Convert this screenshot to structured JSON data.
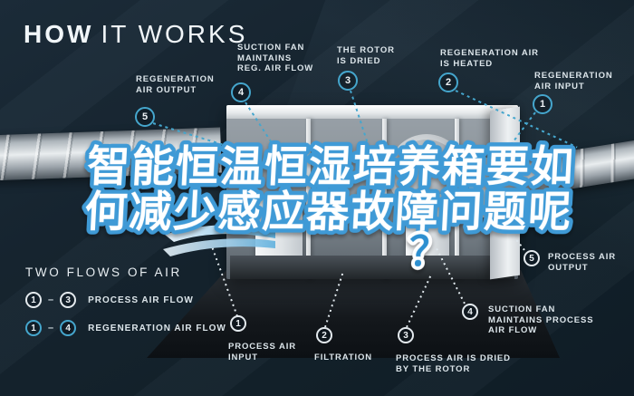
{
  "title": {
    "bold": "HOW",
    "rest": "IT WORKS"
  },
  "headline": {
    "line1": "智能恒温恒湿培养箱要如",
    "line2": "何减少感应器故障问题呢",
    "line3": "？"
  },
  "callouts_top": [
    {
      "num": "5",
      "lines": [
        "REGENERATION",
        "AIR OUTPUT"
      ]
    },
    {
      "num": "4",
      "lines": [
        "SUCTION FAN",
        "MAINTAINS",
        "REG. AIR FLOW"
      ]
    },
    {
      "num": "3",
      "lines": [
        "THE ROTOR",
        "IS DRIED"
      ]
    },
    {
      "num": "2",
      "lines": [
        "REGENERATION AIR",
        "IS HEATED"
      ]
    },
    {
      "num": "1",
      "lines": [
        "REGENERATION",
        "AIR INPUT"
      ]
    }
  ],
  "callouts_bottom": [
    {
      "num": "1",
      "lines": [
        "PROCESS AIR",
        "INPUT"
      ]
    },
    {
      "num": "2",
      "lines": [
        "FILTRATION"
      ]
    },
    {
      "num": "3",
      "lines": [
        "PROCESS AIR IS DRIED",
        "BY THE ROTOR"
      ]
    },
    {
      "num": "4",
      "lines": [
        "SUCTION FAN",
        "MAINTAINS PROCESS",
        "AIR FLOW"
      ]
    },
    {
      "num": "5",
      "lines": [
        "PROCESS AIR",
        "OUTPUT"
      ]
    }
  ],
  "legend": {
    "title": "TWO FLOWS OF AIR",
    "separator": "–",
    "rows": [
      {
        "from": "1",
        "to": "3",
        "label": "PROCESS AIR FLOW",
        "flow": "process"
      },
      {
        "from": "1",
        "to": "4",
        "label": "REGENERATION AIR FLOW",
        "flow": "regeneration"
      }
    ]
  },
  "colors": {
    "background": "#16242F",
    "accent_blue": "#45A6CD",
    "headline_stroke": "#3F9AD6",
    "question_fill": "#2D8FD0",
    "label_text": "#DCE5EA",
    "white_badge": "#E4EAEE"
  }
}
